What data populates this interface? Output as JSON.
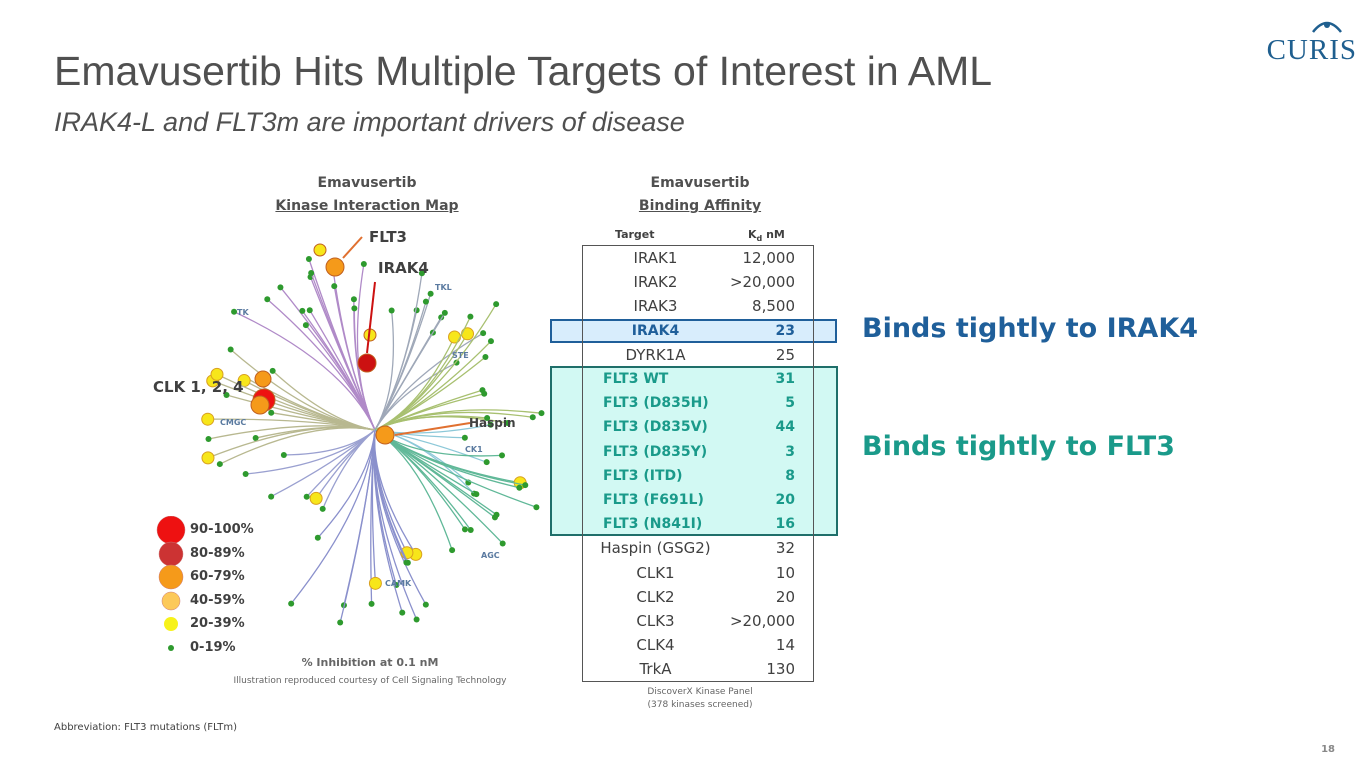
{
  "title": "Emavusertib Hits Multiple Targets of Interest in AML",
  "subtitle": "IRAK4-L and FLT3m are important drivers of disease",
  "logo": "CURIS",
  "map": {
    "title1": "Emavusertib",
    "title2": "Kinase Interaction Map",
    "labels": {
      "flt3": "FLT3",
      "irak4": "IRAK4",
      "clk": "CLK 1, 2, 4",
      "haspin": "Haspin"
    },
    "families": [
      "TK",
      "TKL",
      "STE",
      "CMGC",
      "CK1",
      "AGC",
      "CAMK"
    ],
    "legend": [
      "90-100%",
      "80-89%",
      "60-79%",
      "40-59%",
      "20-39%",
      "0-19%"
    ],
    "xlabel": "% Inhibition at 0.1 nM",
    "credit": "Illustration reproduced courtesy of Cell Signaling Technology"
  },
  "table": {
    "title1": "Emavusertib",
    "title2": "Binding Affinity",
    "col_target": "Target",
    "col_kd": "K",
    "col_kd_sub": "d",
    "col_kd_unit": " nM",
    "rows": [
      [
        "IRAK1",
        "12,000"
      ],
      [
        "IRAK2",
        ">20,000"
      ],
      [
        "IRAK3",
        "8,500"
      ],
      [
        "IRAK4",
        "23"
      ],
      [
        "DYRK1A",
        "25"
      ],
      [
        "FLT3 WT",
        "31"
      ],
      [
        "FLT3 (D835H)",
        "5"
      ],
      [
        "FLT3 (D835V)",
        "44"
      ],
      [
        "FLT3 (D835Y)",
        "3"
      ],
      [
        "FLT3 (ITD)",
        "8"
      ],
      [
        "FLT3 (F691L)",
        "20"
      ],
      [
        "FLT3 (N841I)",
        "16"
      ],
      [
        "Haspin (GSG2)",
        "32"
      ],
      [
        "CLK1",
        "10"
      ],
      [
        "CLK2",
        "20"
      ],
      [
        "CLK3",
        ">20,000"
      ],
      [
        "CLK4",
        "14"
      ],
      [
        "TrkA",
        "130"
      ]
    ],
    "footer1": "DiscoverX Kinase Panel",
    "footer2": "(378 kinases screened)"
  },
  "callouts": {
    "irak4": "Binds tightly to IRAK4",
    "flt3": "Binds tightly to FLT3"
  },
  "colors": {
    "irak4": "#1f5f9a",
    "flt3": "#1a9a8a"
  },
  "abbreviation": "Abbreviation: FLT3 mutations (FLTm)",
  "page": "18"
}
